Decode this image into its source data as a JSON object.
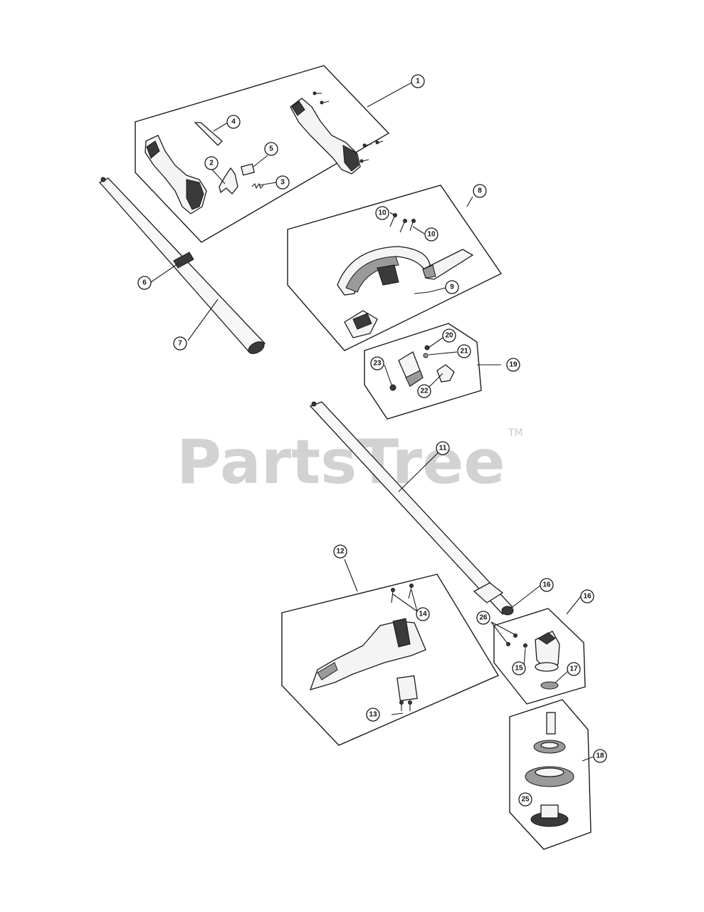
{
  "watermark": {
    "brand": "PartsTree",
    "trademark": "TM"
  },
  "callouts": [
    "1",
    "2",
    "3",
    "4",
    "5",
    "6",
    "7",
    "8",
    "9",
    "10",
    "11",
    "12",
    "13",
    "14",
    "15",
    "16",
    "17",
    "18",
    "19",
    "20",
    "21",
    "22",
    "23",
    "25",
    "26"
  ]
}
